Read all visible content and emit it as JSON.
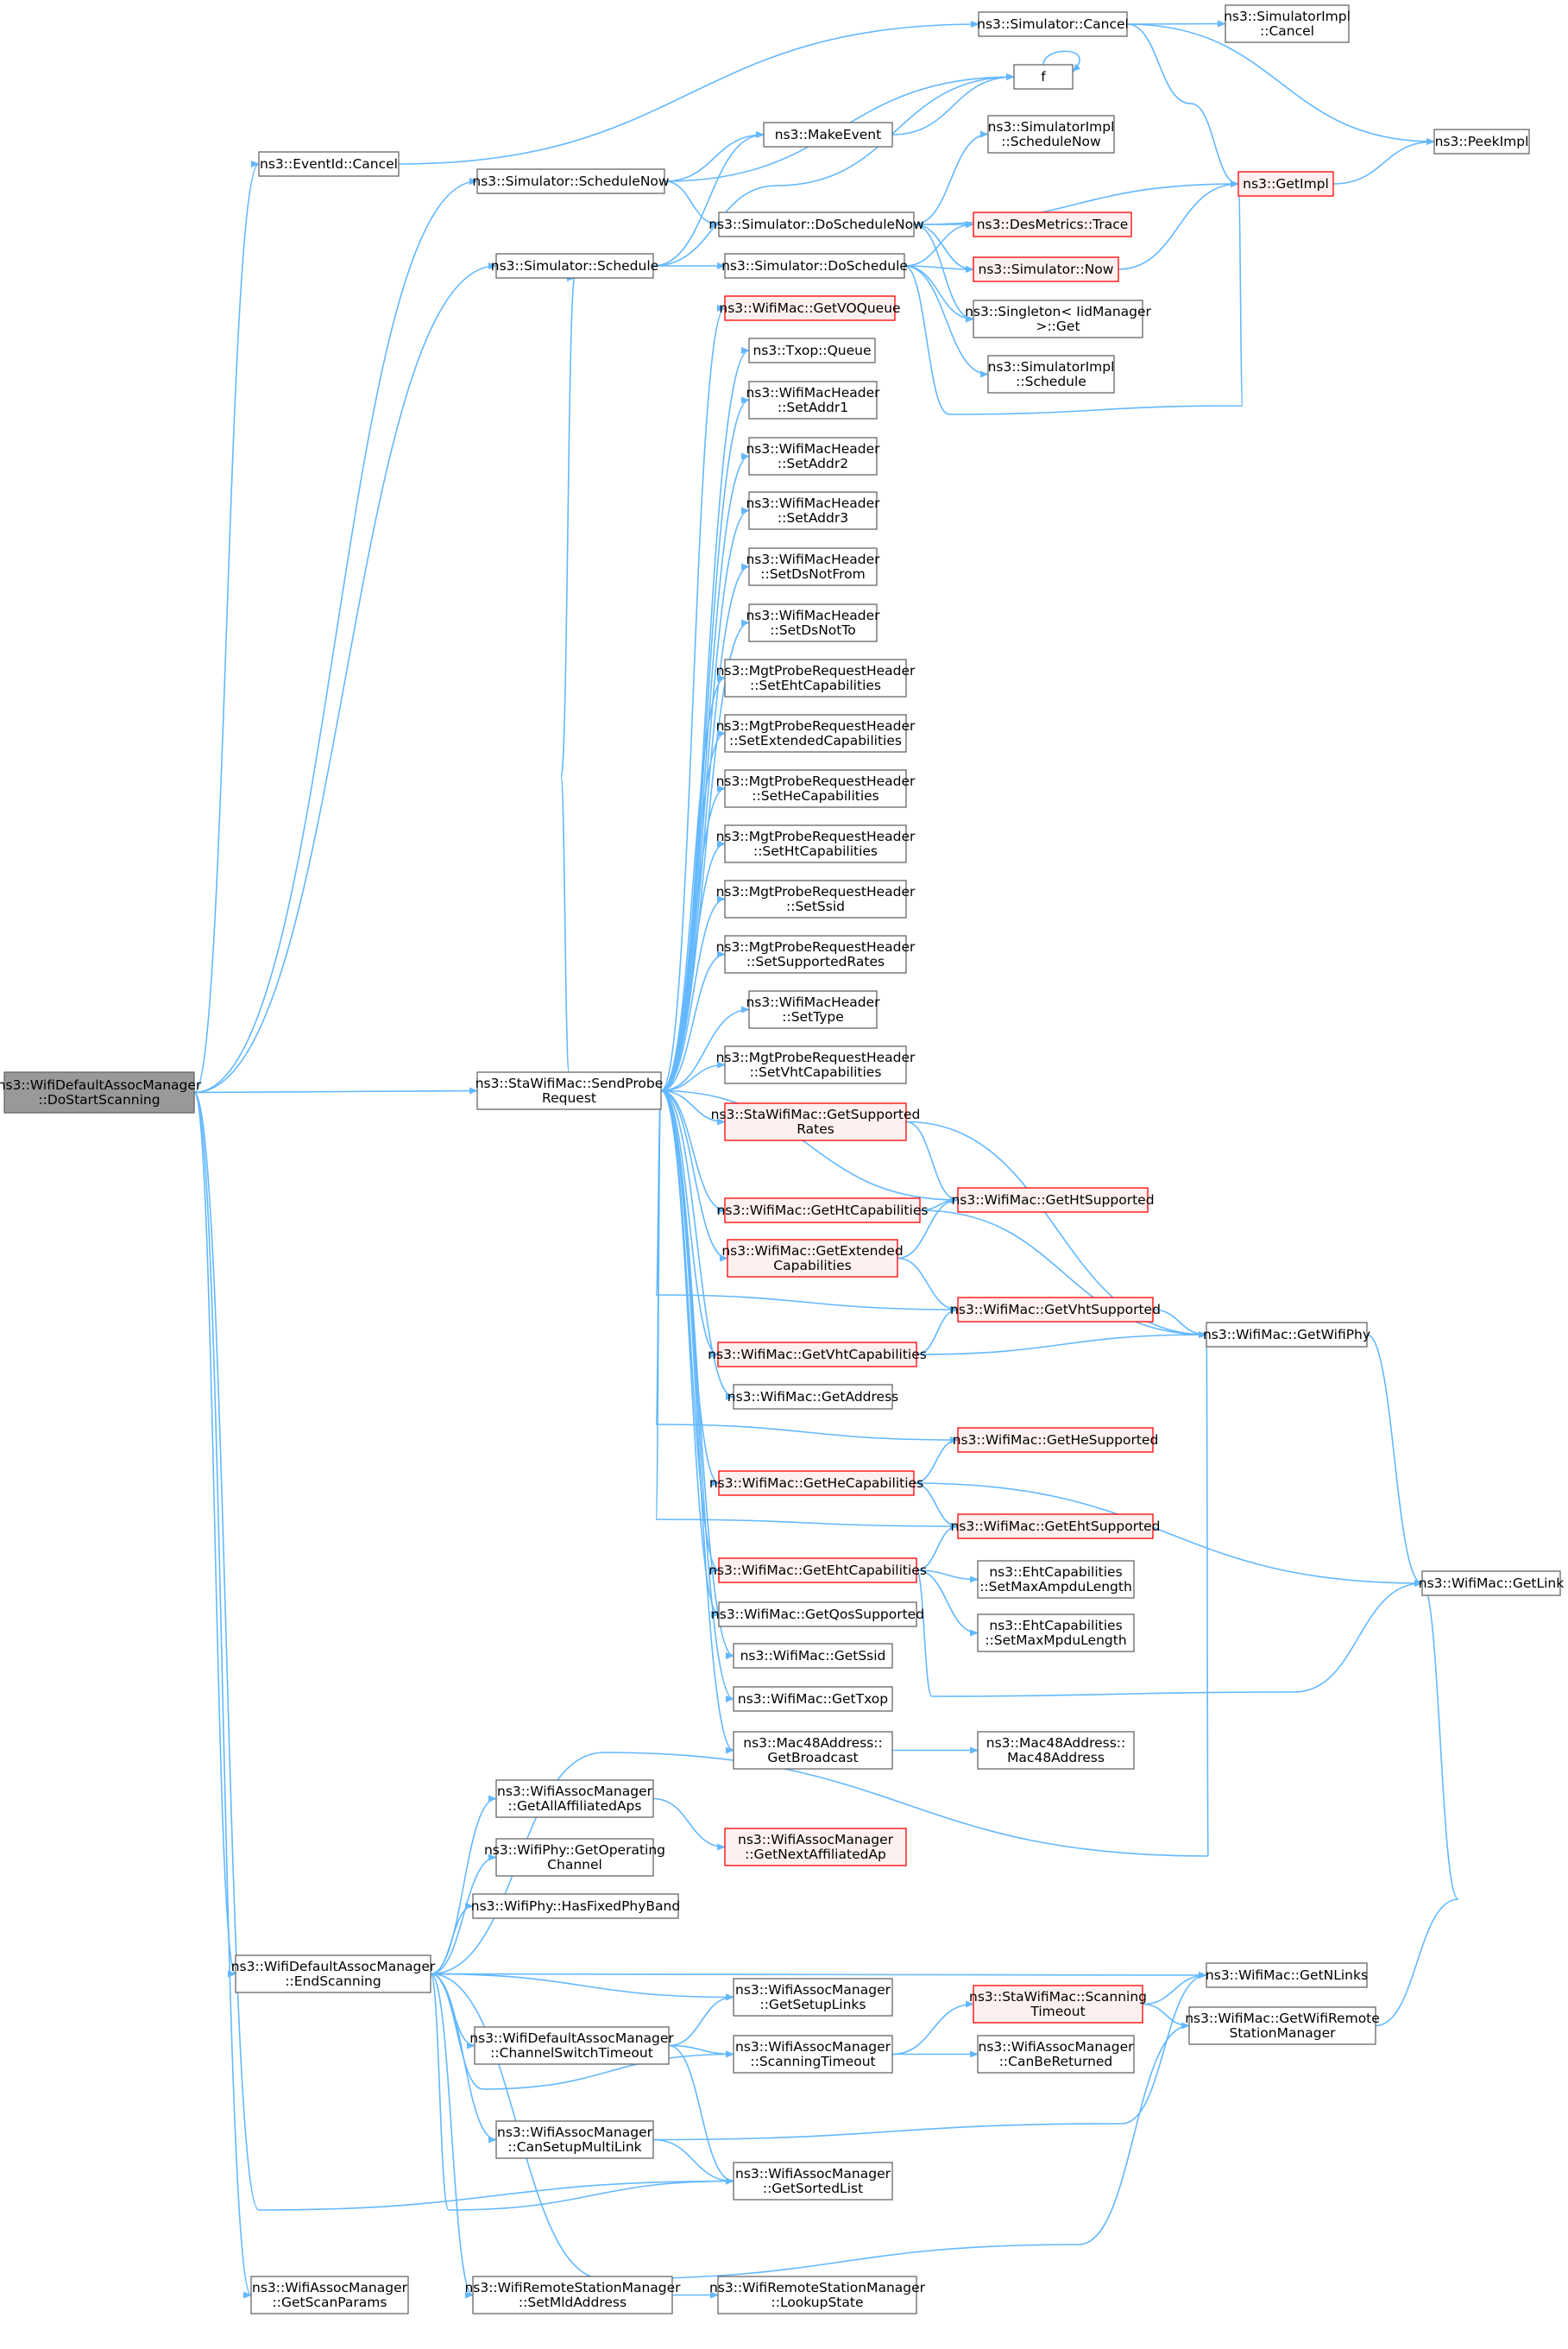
{
  "colors": {
    "edge": "#63b8ff",
    "node_border": "#666666",
    "node_fill": "#ffffff",
    "root_fill": "#999999",
    "highlight_border": "#ff0000",
    "highlight_fill": "#fff0f0"
  },
  "nodes": [
    {
      "id": "n0",
      "lines": [
        "ns3::WifiDefaultAssocManager",
        "::DoStartScanning"
      ],
      "style": "root"
    },
    {
      "id": "n1",
      "lines": [
        "ns3::EventId::Cancel"
      ],
      "style": "normal"
    },
    {
      "id": "n2",
      "lines": [
        "ns3::Simulator::Cancel"
      ],
      "style": "normal"
    },
    {
      "id": "n3",
      "lines": [
        "ns3::SimulatorImpl",
        "::Cancel"
      ],
      "style": "normal"
    },
    {
      "id": "n4",
      "lines": [
        "ns3::PeekImpl"
      ],
      "style": "normal"
    },
    {
      "id": "n5",
      "lines": [
        "f"
      ],
      "style": "normal"
    },
    {
      "id": "n6",
      "lines": [
        "ns3::Simulator::ScheduleNow"
      ],
      "style": "normal"
    },
    {
      "id": "n7",
      "lines": [
        "ns3::MakeEvent"
      ],
      "style": "normal"
    },
    {
      "id": "n8",
      "lines": [
        "ns3::SimulatorImpl",
        "::ScheduleNow"
      ],
      "style": "normal"
    },
    {
      "id": "n9",
      "lines": [
        "ns3::GetImpl"
      ],
      "style": "highlight"
    },
    {
      "id": "n10",
      "lines": [
        "ns3::Simulator::DoScheduleNow"
      ],
      "style": "normal"
    },
    {
      "id": "n11",
      "lines": [
        "ns3::DesMetrics::Trace"
      ],
      "style": "highlight"
    },
    {
      "id": "n12",
      "lines": [
        "ns3::Simulator::Schedule"
      ],
      "style": "normal"
    },
    {
      "id": "n13",
      "lines": [
        "ns3::Simulator::DoSchedule"
      ],
      "style": "normal"
    },
    {
      "id": "n14",
      "lines": [
        "ns3::Simulator::Now"
      ],
      "style": "highlight"
    },
    {
      "id": "n15",
      "lines": [
        "ns3::Singleton< IidManager",
        " >::Get"
      ],
      "style": "normal"
    },
    {
      "id": "n16",
      "lines": [
        "ns3::SimulatorImpl",
        "::Schedule"
      ],
      "style": "normal"
    },
    {
      "id": "n17",
      "lines": [
        "ns3::WifiMac::GetVOQueue"
      ],
      "style": "highlight"
    },
    {
      "id": "n18",
      "lines": [
        "ns3::Txop::Queue"
      ],
      "style": "normal"
    },
    {
      "id": "n19",
      "lines": [
        "ns3::WifiMacHeader",
        "::SetAddr1"
      ],
      "style": "normal"
    },
    {
      "id": "n20",
      "lines": [
        "ns3::WifiMacHeader",
        "::SetAddr2"
      ],
      "style": "normal"
    },
    {
      "id": "n21",
      "lines": [
        "ns3::WifiMacHeader",
        "::SetAddr3"
      ],
      "style": "normal"
    },
    {
      "id": "n22",
      "lines": [
        "ns3::WifiMacHeader",
        "::SetDsNotFrom"
      ],
      "style": "normal"
    },
    {
      "id": "n23",
      "lines": [
        "ns3::WifiMacHeader",
        "::SetDsNotTo"
      ],
      "style": "normal"
    },
    {
      "id": "n24",
      "lines": [
        "ns3::MgtProbeRequestHeader",
        "::SetEhtCapabilities"
      ],
      "style": "normal"
    },
    {
      "id": "n25",
      "lines": [
        "ns3::MgtProbeRequestHeader",
        "::SetExtendedCapabilities"
      ],
      "style": "normal"
    },
    {
      "id": "n26",
      "lines": [
        "ns3::MgtProbeRequestHeader",
        "::SetHeCapabilities"
      ],
      "style": "normal"
    },
    {
      "id": "n27",
      "lines": [
        "ns3::MgtProbeRequestHeader",
        "::SetHtCapabilities"
      ],
      "style": "normal"
    },
    {
      "id": "n28",
      "lines": [
        "ns3::MgtProbeRequestHeader",
        "::SetSsid"
      ],
      "style": "normal"
    },
    {
      "id": "n29",
      "lines": [
        "ns3::MgtProbeRequestHeader",
        "::SetSupportedRates"
      ],
      "style": "normal"
    },
    {
      "id": "n30",
      "lines": [
        "ns3::WifiMacHeader",
        "::SetType"
      ],
      "style": "normal"
    },
    {
      "id": "n31",
      "lines": [
        "ns3::MgtProbeRequestHeader",
        "::SetVhtCapabilities"
      ],
      "style": "normal"
    },
    {
      "id": "n32",
      "lines": [
        "ns3::StaWifiMac::SendProbe",
        "Request"
      ],
      "style": "normal"
    },
    {
      "id": "n33",
      "lines": [
        "ns3::StaWifiMac::GetSupported",
        "Rates"
      ],
      "style": "highlight"
    },
    {
      "id": "n34",
      "lines": [
        "ns3::WifiMac::GetHtSupported"
      ],
      "style": "highlight"
    },
    {
      "id": "n35",
      "lines": [
        "ns3::WifiMac::GetHtCapabilities"
      ],
      "style": "highlight"
    },
    {
      "id": "n36",
      "lines": [
        "ns3::WifiMac::GetExtended",
        "Capabilities"
      ],
      "style": "highlight"
    },
    {
      "id": "n37",
      "lines": [
        "ns3::WifiMac::GetVhtSupported"
      ],
      "style": "highlight"
    },
    {
      "id": "n38",
      "lines": [
        "ns3::WifiMac::GetWifiPhy"
      ],
      "style": "normal"
    },
    {
      "id": "n39",
      "lines": [
        "ns3::WifiMac::GetVhtCapabilities"
      ],
      "style": "highlight"
    },
    {
      "id": "n40",
      "lines": [
        "ns3::WifiMac::GetAddress"
      ],
      "style": "normal"
    },
    {
      "id": "n41",
      "lines": [
        "ns3::WifiMac::GetHeSupported"
      ],
      "style": "highlight"
    },
    {
      "id": "n42",
      "lines": [
        "ns3::WifiMac::GetHeCapabilities"
      ],
      "style": "highlight"
    },
    {
      "id": "n43",
      "lines": [
        "ns3::WifiMac::GetEhtSupported"
      ],
      "style": "highlight"
    },
    {
      "id": "n44",
      "lines": [
        "ns3::WifiMac::GetLink"
      ],
      "style": "normal"
    },
    {
      "id": "n45",
      "lines": [
        "ns3::WifiMac::GetEhtCapabilities"
      ],
      "style": "highlight"
    },
    {
      "id": "n46",
      "lines": [
        "ns3::EhtCapabilities",
        "::SetMaxAmpduLength"
      ],
      "style": "normal"
    },
    {
      "id": "n47",
      "lines": [
        "ns3::WifiMac::GetQosSupported"
      ],
      "style": "normal"
    },
    {
      "id": "n48",
      "lines": [
        "ns3::EhtCapabilities",
        "::SetMaxMpduLength"
      ],
      "style": "normal"
    },
    {
      "id": "n49",
      "lines": [
        "ns3::WifiMac::GetSsid"
      ],
      "style": "normal"
    },
    {
      "id": "n50",
      "lines": [
        "ns3::WifiMac::GetTxop"
      ],
      "style": "normal"
    },
    {
      "id": "n51",
      "lines": [
        "ns3::Mac48Address::",
        "GetBroadcast"
      ],
      "style": "normal"
    },
    {
      "id": "n52",
      "lines": [
        "ns3::Mac48Address::",
        "Mac48Address"
      ],
      "style": "normal"
    },
    {
      "id": "n53",
      "lines": [
        "ns3::WifiAssocManager",
        "::GetAllAffiliatedAps"
      ],
      "style": "normal"
    },
    {
      "id": "n54",
      "lines": [
        "ns3::WifiAssocManager",
        "::GetNextAffiliatedAp"
      ],
      "style": "highlight"
    },
    {
      "id": "n55",
      "lines": [
        "ns3::WifiPhy::GetOperating",
        "Channel"
      ],
      "style": "normal"
    },
    {
      "id": "n56",
      "lines": [
        "ns3::WifiPhy::HasFixedPhyBand"
      ],
      "style": "normal"
    },
    {
      "id": "n57",
      "lines": [
        "ns3::WifiDefaultAssocManager",
        "::EndScanning"
      ],
      "style": "normal"
    },
    {
      "id": "n58",
      "lines": [
        "ns3::WifiMac::GetNLinks"
      ],
      "style": "normal"
    },
    {
      "id": "n59",
      "lines": [
        "ns3::StaWifiMac::Scanning",
        "Timeout"
      ],
      "style": "highlight"
    },
    {
      "id": "n60",
      "lines": [
        "ns3::WifiAssocManager",
        "::GetSetupLinks"
      ],
      "style": "normal"
    },
    {
      "id": "n61",
      "lines": [
        "ns3::WifiMac::GetWifiRemote",
        "StationManager"
      ],
      "style": "normal"
    },
    {
      "id": "n62",
      "lines": [
        "ns3::WifiDefaultAssocManager",
        "::ChannelSwitchTimeout"
      ],
      "style": "normal"
    },
    {
      "id": "n63",
      "lines": [
        "ns3::WifiAssocManager",
        "::ScanningTimeout"
      ],
      "style": "normal"
    },
    {
      "id": "n64",
      "lines": [
        "ns3::WifiAssocManager",
        "::CanBeReturned"
      ],
      "style": "normal"
    },
    {
      "id": "n65",
      "lines": [
        "ns3::WifiAssocManager",
        "::CanSetupMultiLink"
      ],
      "style": "normal"
    },
    {
      "id": "n66",
      "lines": [
        "ns3::WifiAssocManager",
        "::GetSortedList"
      ],
      "style": "normal"
    },
    {
      "id": "n67",
      "lines": [
        "ns3::WifiAssocManager",
        "::GetScanParams"
      ],
      "style": "normal"
    },
    {
      "id": "n68",
      "lines": [
        "ns3::WifiRemoteStationManager",
        "::SetMldAddress"
      ],
      "style": "normal"
    },
    {
      "id": "n69",
      "lines": [
        "ns3::WifiRemoteStationManager",
        "::LookupState"
      ],
      "style": "normal"
    }
  ]
}
